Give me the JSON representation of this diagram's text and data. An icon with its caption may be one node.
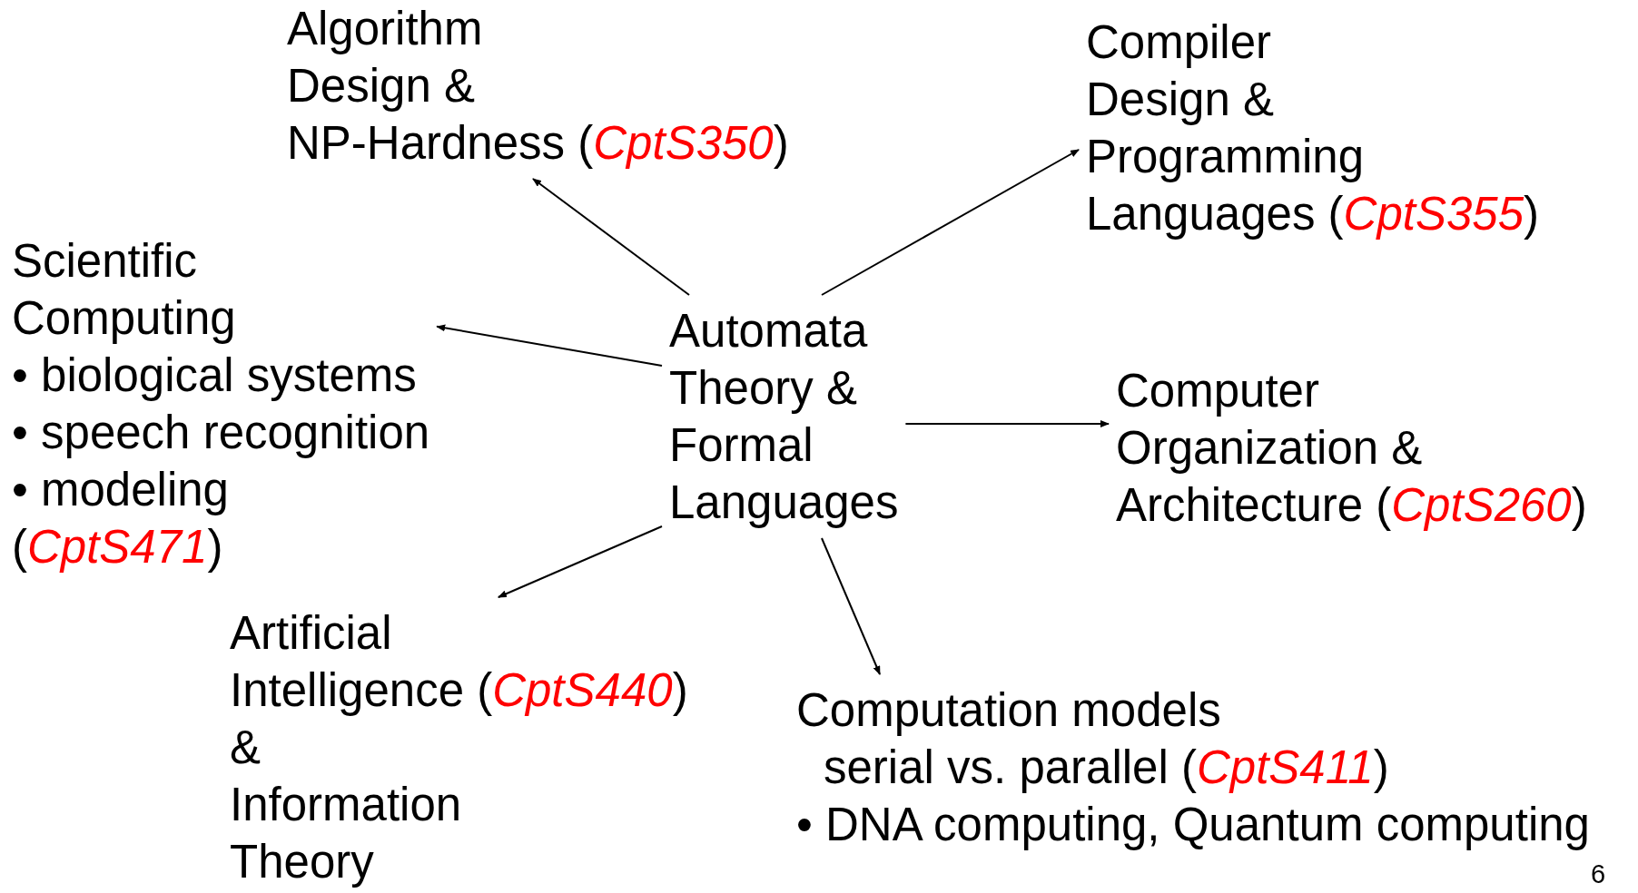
{
  "diagram": {
    "nodes": [
      {
        "text": [
          "Automata Theory & Formal Languages"
        ]
      },
      {
        "text": [
          "Algorithm Design & NP-Hardness (*CptS350*)"
        ]
      },
      {
        "text": [
          "Compiler Design & Programming Languages (*CptS355*)"
        ]
      },
      {
        "text": [
          "Scientific Computing",
          "• biological systems",
          "• speech recognition",
          "• modeling",
          "(*CptS471*)"
        ]
      },
      {
        "text": [
          "Computer Organization & Architecture (*CptS260*)"
        ]
      },
      {
        "text": [
          "Artificial Intelligence (*CptS440*) & Information Theory"
        ]
      },
      {
        "text": [
          "Computation models",
          "serial vs. parallel (*CptS411*)",
          "• DNA computing, Quantum computing"
        ]
      }
    ],
    "edges": [
      {
        "from": 0,
        "to": 1,
        "arrow": "to"
      },
      {
        "from": 0,
        "to": 2,
        "arrow": "to"
      },
      {
        "from": 0,
        "to": 3,
        "arrow": "to"
      },
      {
        "from": 0,
        "to": 4,
        "arrow": "to"
      },
      {
        "from": 0,
        "to": 5,
        "arrow": "to"
      },
      {
        "from": 0,
        "to": 6,
        "arrow": "to"
      }
    ],
    "labels": [
      "6"
    ]
  }
}
